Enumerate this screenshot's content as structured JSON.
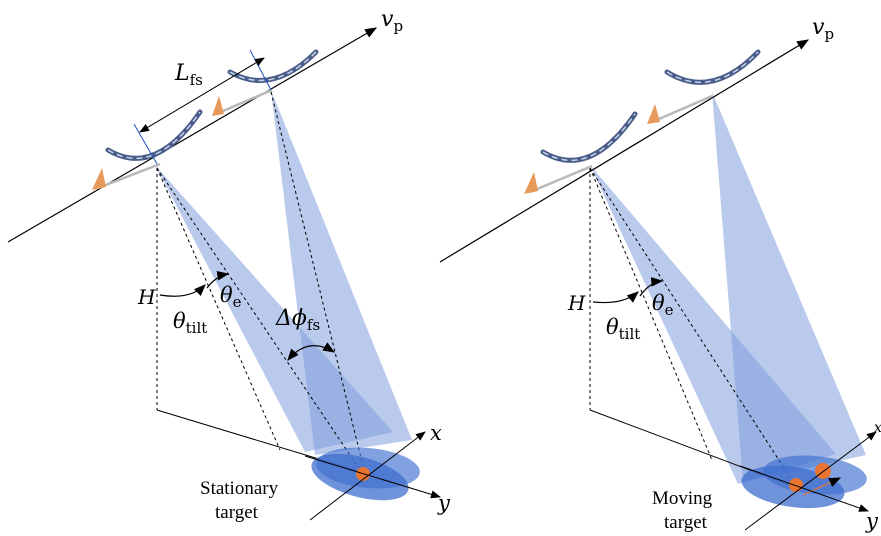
{
  "left_panel": {
    "velocity_symbol": "v",
    "velocity_subscript": "p",
    "spacing_symbol": "L",
    "spacing_subscript": "fs",
    "height_symbol": "H",
    "tilt_symbol": "θ",
    "tilt_subscript": "tilt",
    "elevation_symbol": "θ",
    "elevation_subscript": "e",
    "delta_phi_symbol": "Δϕ",
    "delta_phi_subscript": "fs",
    "x_axis": "x",
    "y_axis": "y",
    "target_line1": "Stationary",
    "target_line2": "target"
  },
  "right_panel": {
    "velocity_symbol": "v",
    "velocity_subscript": "p",
    "height_symbol": "H",
    "tilt_symbol": "θ",
    "tilt_subscript": "tilt",
    "elevation_symbol": "θ",
    "elevation_subscript": "e",
    "x_axis": "x",
    "y_axis": "y",
    "target_line1": "Moving",
    "target_line2": "target"
  },
  "colors": {
    "beam": "#7f9fdc",
    "footprint": "#3f6fcf",
    "target": "#e8742f",
    "aircraft": "#4a5d8a",
    "tail": "#e79a5a"
  }
}
